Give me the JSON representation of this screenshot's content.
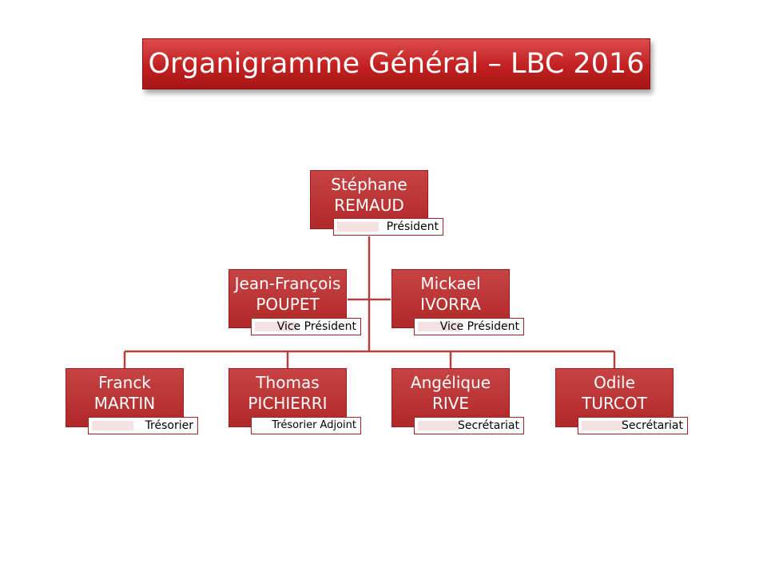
{
  "title": "Organigramme Général – LBC 2016",
  "colors": {
    "box": "#b52f2f",
    "connector": "#b14040",
    "title_bg": "#c42424"
  },
  "nodes": {
    "president": {
      "first": "Stéphane",
      "last": "REMAUD",
      "role": "Président"
    },
    "vp1": {
      "first": "Jean-François",
      "last": "POUPET",
      "role": "Vice Président"
    },
    "vp2": {
      "first": "Mickael",
      "last": "IVORRA",
      "role": "Vice Président"
    },
    "treasurer": {
      "first": "Franck",
      "last": "MARTIN",
      "role": "Trésorier"
    },
    "assistant_treasurer": {
      "first": "Thomas",
      "last": "PICHIERRI",
      "role": "Trésorier Adjoint"
    },
    "secretary1": {
      "first": "Angélique",
      "last": "RIVE",
      "role": "Secrétariat"
    },
    "secretary2": {
      "first": "Odile",
      "last": "TURCOT",
      "role": "Secrétariat"
    }
  }
}
